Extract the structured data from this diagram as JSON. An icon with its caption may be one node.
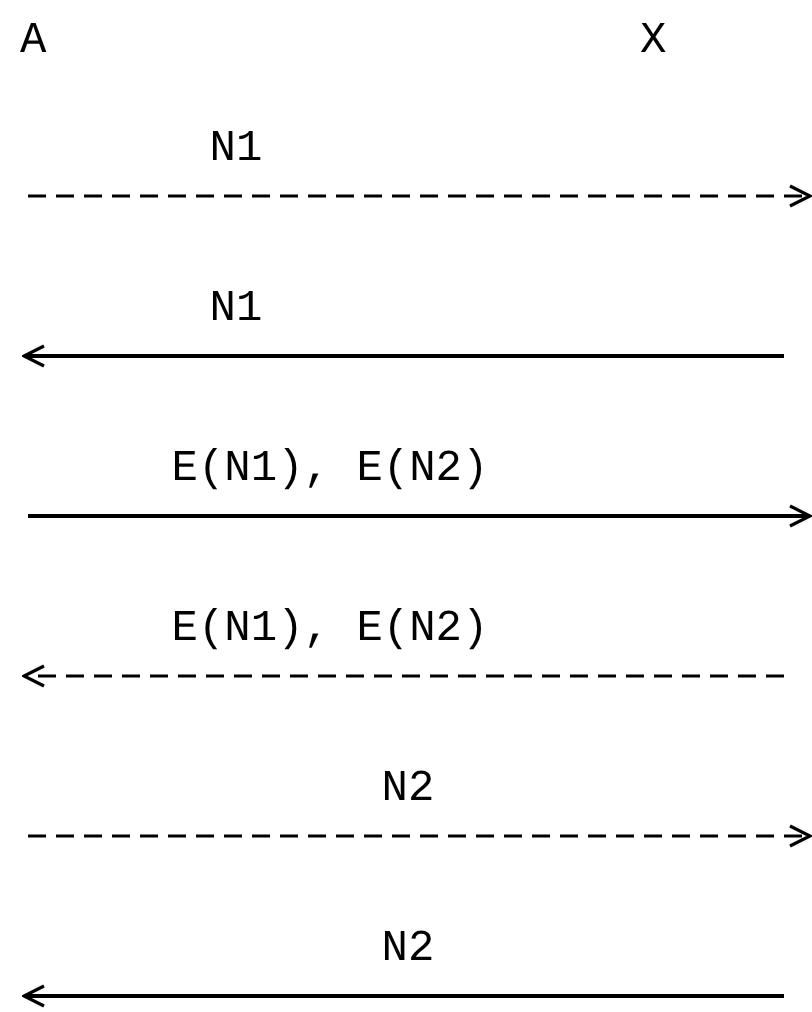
{
  "diagram": {
    "labels": [
      "A",
      "X",
      "N1",
      "N1",
      "E(N1), E(N2)",
      "E(N1), E(N2)",
      "N2",
      "N2"
    ]
  }
}
